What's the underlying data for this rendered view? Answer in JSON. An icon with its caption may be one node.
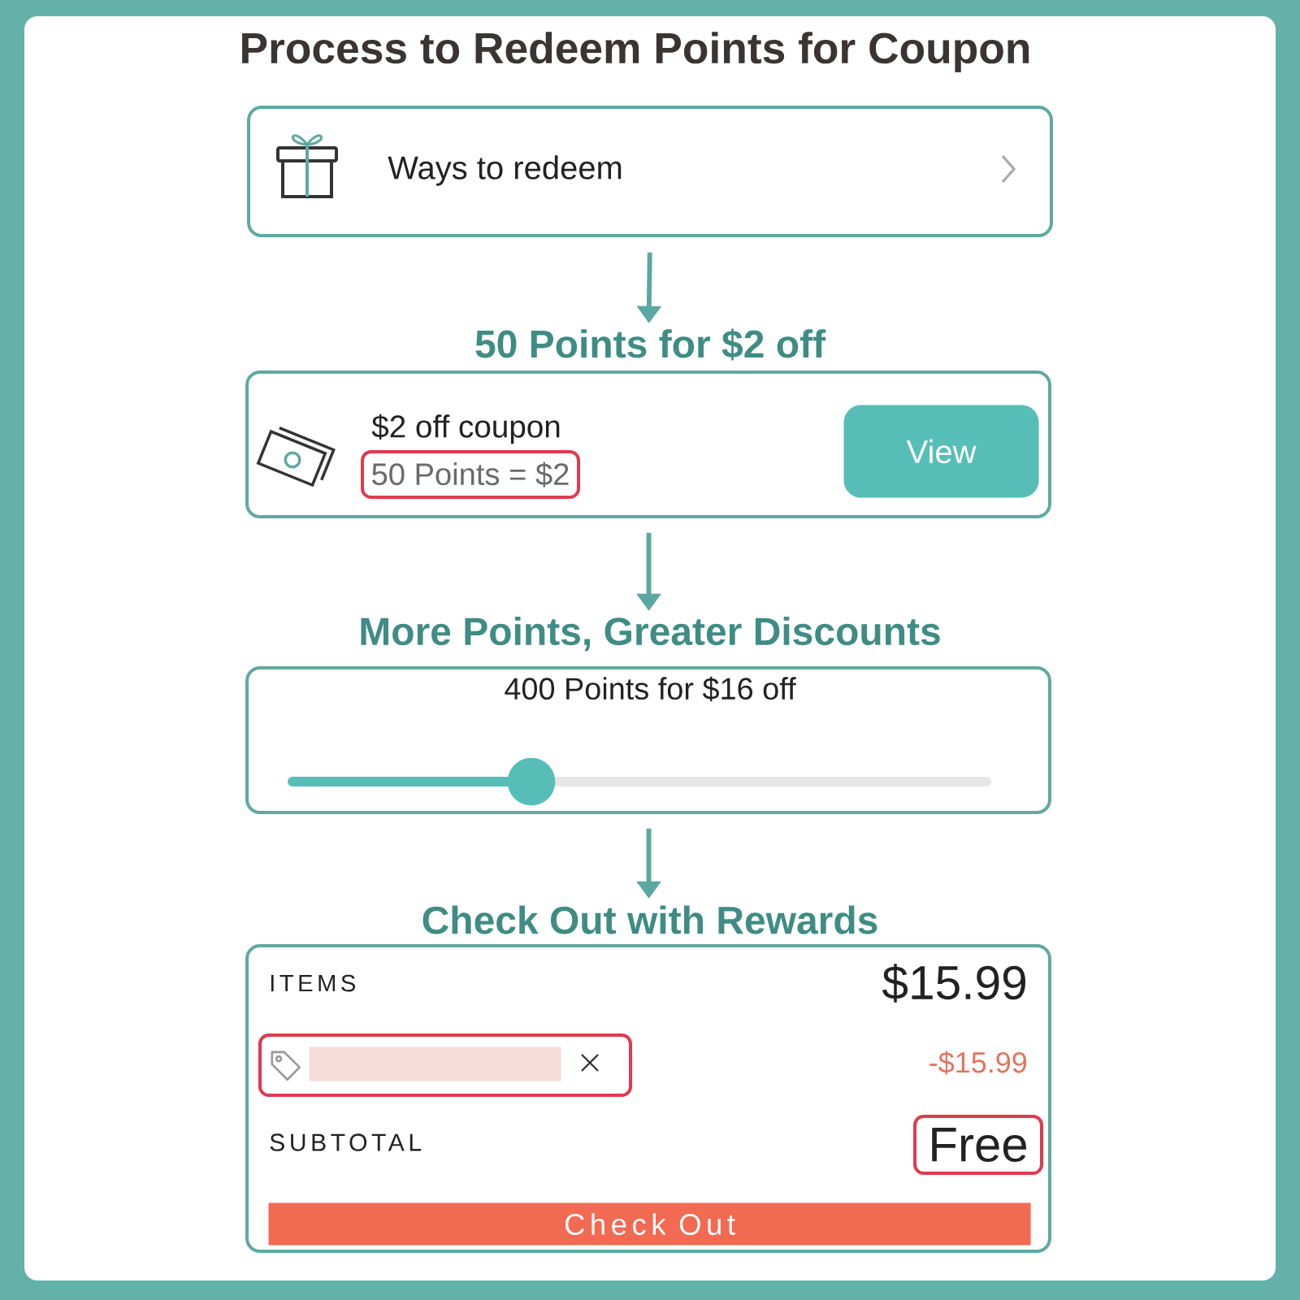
{
  "diagram": {
    "title": "Process to Redeem Points for Coupon",
    "nodes": [
      {
        "text": [
          "Ways to redeem"
        ]
      },
      {
        "text": [
          "50 Points for $2 off",
          "$2 off coupon"
        ]
      },
      {
        "text": [
          "50 Points = $2"
        ],
        "in": 1
      },
      {
        "text": [
          "View"
        ],
        "in": 1
      },
      {
        "text": [
          "More Points, Greater Discounts",
          "400 Points for $16 off"
        ]
      },
      {
        "text": [
          "Check Out with Rewards",
          "ITEMS",
          "$15.99",
          "-$15.99",
          "SUBTOTAL"
        ]
      },
      {
        "text": [],
        "shape": "box",
        "in": 5
      },
      {
        "text": [],
        "shape": "bar",
        "in": 6
      },
      {
        "text": [
          "Free"
        ],
        "in": 5
      },
      {
        "text": [
          "Check Out"
        ],
        "in": 5
      }
    ],
    "edges": [
      {
        "from": 0,
        "to": 1,
        "arrow": "to"
      },
      {
        "from": 1,
        "to": 4,
        "arrow": "to"
      },
      {
        "from": 4,
        "to": 5,
        "arrow": "to"
      }
    ]
  }
}
